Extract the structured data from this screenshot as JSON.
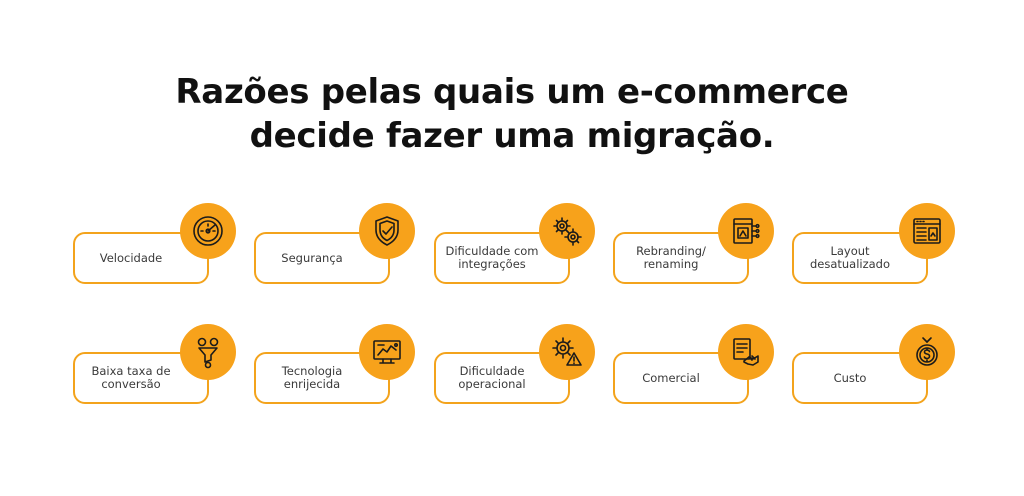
{
  "title": {
    "line1": "Razões pelas quais um e-commerce",
    "line2": "decide fazer uma migração."
  },
  "items": [
    {
      "label": "Velocidade",
      "icon": "speedometer-icon"
    },
    {
      "label": "Segurança",
      "icon": "shield-check-icon"
    },
    {
      "label": "Dificuldade com\nintegrações",
      "icon": "gears-icon"
    },
    {
      "label": "Rebranding/\nrenaming",
      "icon": "brand-board-icon"
    },
    {
      "label": "Layout\ndesatualizado",
      "icon": "web-layout-icon"
    },
    {
      "label": "Baixa taxa de\nconversão",
      "icon": "conversion-funnel-icon"
    },
    {
      "label": "Tecnologia\nenrijecida",
      "icon": "monitor-chart-icon"
    },
    {
      "label": "Dificuldade\noperacional",
      "icon": "gear-warning-icon"
    },
    {
      "label": "Comercial",
      "icon": "handshake-document-icon"
    },
    {
      "label": "Custo",
      "icon": "money-coin-icon"
    }
  ],
  "colors": {
    "accent": "#f7a21b",
    "border": "#f3a31c",
    "title": "#111111",
    "text": "#3a3a3a"
  }
}
